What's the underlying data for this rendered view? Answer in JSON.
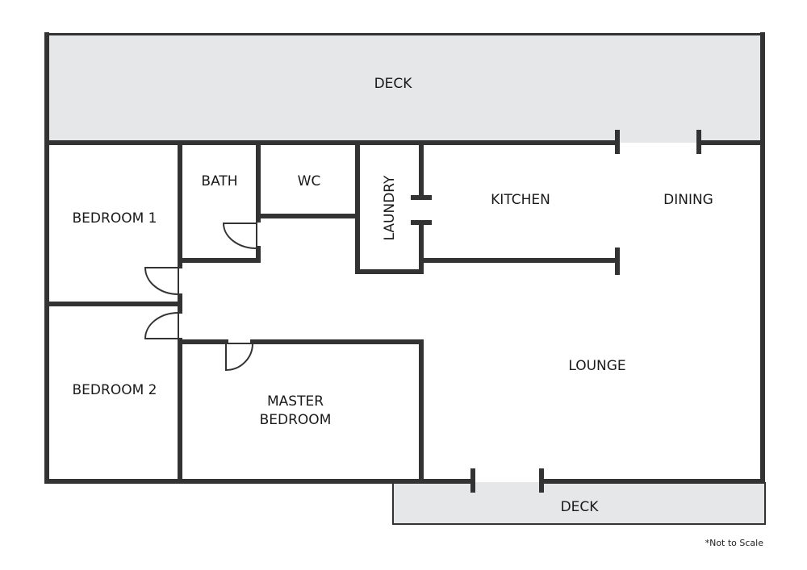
{
  "plan": {
    "rooms": {
      "deck_top": "DECK",
      "bedroom1": "BEDROOM 1",
      "bath": "BATH",
      "wc": "WC",
      "laundry": "LAUNDRY",
      "kitchen": "KITCHEN",
      "dining": "DINING",
      "bedroom2": "BEDROOM 2",
      "master_line1": "MASTER",
      "master_line2": "BEDROOM",
      "lounge": "LOUNGE",
      "deck_bottom": "DECK"
    },
    "note": "*Not to Scale",
    "colors": {
      "wall": "#333333",
      "deck": "#e6e7e9",
      "background": "#ffffff"
    }
  }
}
